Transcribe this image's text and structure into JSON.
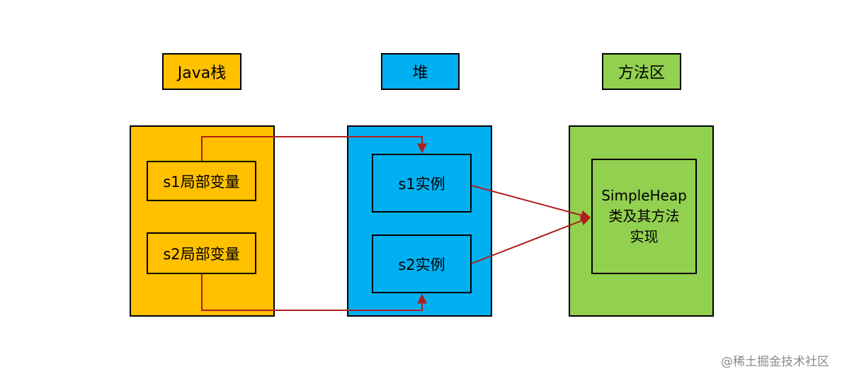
{
  "colors": {
    "java_stack": "#FFC000",
    "heap": "#00B0F0",
    "method_area": "#92D050",
    "border": "#000000",
    "arrow": "#B01E1E"
  },
  "headers": {
    "java_stack": "Java栈",
    "heap": "堆",
    "method_area": "方法区"
  },
  "java_stack": {
    "items": [
      "s1局部变量",
      "s2局部变量"
    ]
  },
  "heap": {
    "items": [
      "s1实例",
      "s2实例"
    ]
  },
  "method_area": {
    "lines": [
      "SimpleHeap",
      "类及其方法",
      "实现"
    ]
  },
  "watermark": "@稀土掘金技术社区"
}
